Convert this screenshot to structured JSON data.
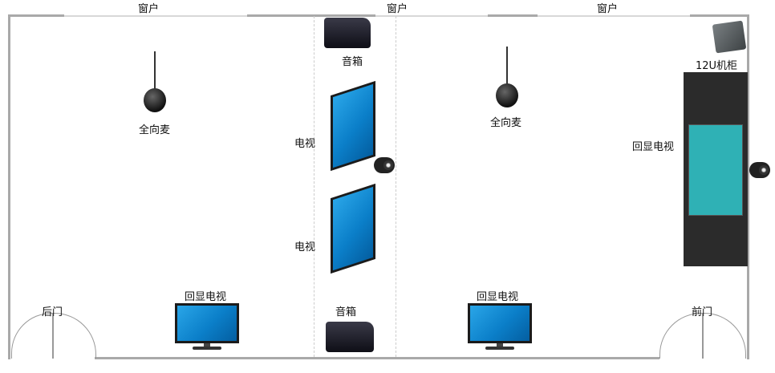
{
  "labels": {
    "window_left": "窗户",
    "window_mid": "窗户",
    "window_right": "窗户",
    "speaker_top": "音箱",
    "speaker_bottom": "音箱",
    "mic_left": "全向麦",
    "mic_right": "全向麦",
    "tv_top": "电视",
    "tv_bottom": "电视",
    "cabinet": "12U机柜",
    "echo_tv_right_wall": "回显电视",
    "echo_tv_left": "回显电视",
    "echo_tv_right": "回显电视",
    "back_door": "后门",
    "front_door": "前门"
  },
  "colors": {
    "wall": "#a9a9a9",
    "screen": "#0b7fc9",
    "board": "#2b2b2b",
    "board_teal": "#2fb1b5"
  }
}
